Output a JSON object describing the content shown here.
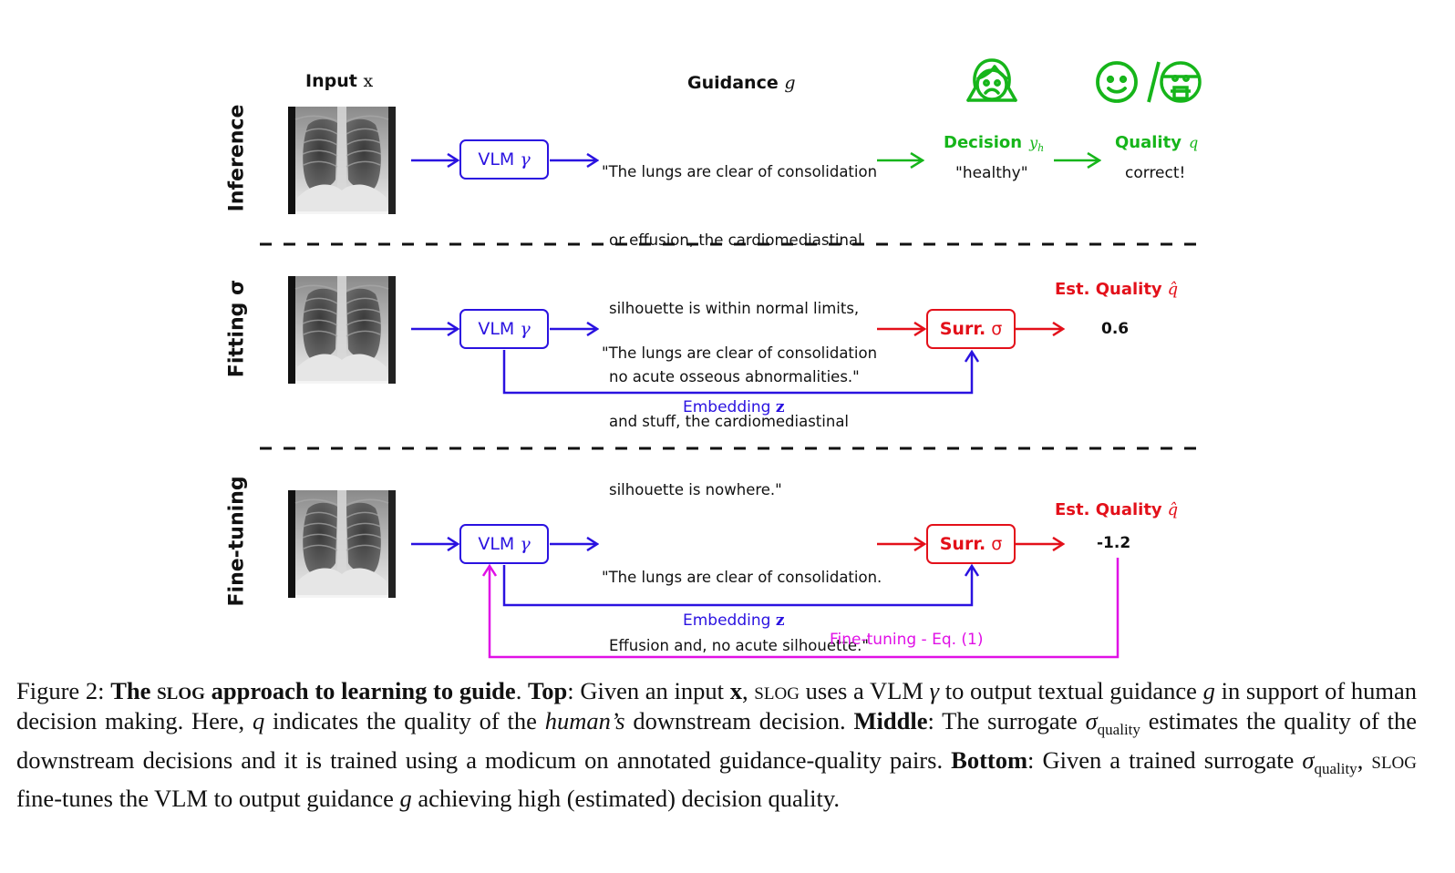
{
  "figure": {
    "columns": {
      "input": {
        "label": "Input",
        "symbol": "x"
      },
      "guidance": {
        "label": "Guidance",
        "symbol": "g"
      }
    },
    "icons": {
      "human": "worried-woman-face-icon",
      "quality_left": "smiling-face-icon",
      "separator": "/",
      "quality_right": "robot-face-icon"
    },
    "colors": {
      "vlm": "#2a12e0",
      "surrogate": "#e3101a",
      "human": "#16b51a",
      "finetune": "#e010e6",
      "text": "#111111"
    },
    "rows": [
      {
        "label": "Inference",
        "vlm": {
          "label": "VLM",
          "symbol": "γ"
        },
        "guidance_lines": [
          "\"The lungs are clear of consolidation",
          "or effusion, the cardiomediastinal",
          "silhouette is within normal limits,",
          "no acute osseous abnormalities.\""
        ],
        "decision": {
          "label": "Decision",
          "symbol": "y",
          "subscript": "h",
          "value": "\"healthy\""
        },
        "quality": {
          "label": "Quality",
          "symbol": "q",
          "value": "correct!"
        }
      },
      {
        "label": "Fitting",
        "label_symbol": "σ",
        "vlm": {
          "label": "VLM",
          "symbol": "γ"
        },
        "guidance_lines": [
          "\"The lungs are clear of consolidation",
          "and stuff, the cardiomediastinal",
          "silhouette is nowhere.\""
        ],
        "surrogate": {
          "label": "Surr.",
          "symbol": "σ"
        },
        "est_quality": {
          "label": "Est. Quality",
          "symbol": "q̂",
          "value": "0.6"
        },
        "embedding": {
          "label": "Embedding",
          "symbol": "z"
        }
      },
      {
        "label": "Fine-tuning",
        "vlm": {
          "label": "VLM",
          "symbol": "γ"
        },
        "guidance_lines": [
          "\"The lungs are clear of consolidation.",
          "Effusion and, no acute silhouette.\""
        ],
        "surrogate": {
          "label": "Surr.",
          "symbol": "σ"
        },
        "est_quality": {
          "label": "Est. Quality",
          "symbol": "q̂",
          "value": "-1.2"
        },
        "embedding": {
          "label": "Embedding",
          "symbol": "z"
        },
        "finetune": {
          "label": "Fine-tuning - Eq. (1)"
        }
      }
    ]
  },
  "caption": {
    "prefix": "Figure 2: ",
    "title_a": "The ",
    "title_sc": "slog",
    "title_b": " approach to learning to guide",
    "p1_bold": "Top",
    "p1_a": ": Given an input ",
    "p1_x": "x",
    "p1_b": ", ",
    "p1_sc": "slog",
    "p1_c": " uses a VLM ",
    "p1_gamma": "γ",
    "p1_d": " to output textual guidance ",
    "p1_g": "g",
    "p1_e": " in support of human decision making. Here, ",
    "p1_q": "q",
    "p1_f": " indicates the quality of the ",
    "p1_human": "human’s",
    "p1_g2": " downstream decision. ",
    "p2_bold": "Middle",
    "p2_a": ": The surrogate ",
    "p2_sigma": "σ",
    "p2_sub": "quality",
    "p2_b": " estimates the quality of the downstream decisions and it is trained using a modicum on annotated guidance-quality pairs. ",
    "p3_bold": "Bottom",
    "p3_a": ": Given a trained surrogate ",
    "p3_sigma": "σ",
    "p3_sub": "quality",
    "p3_b": ", ",
    "p3_sc": "slog",
    "p3_c": " fine-tunes the VLM to output guidance ",
    "p3_g": "g",
    "p3_d": " achieving high (estimated) decision quality."
  }
}
